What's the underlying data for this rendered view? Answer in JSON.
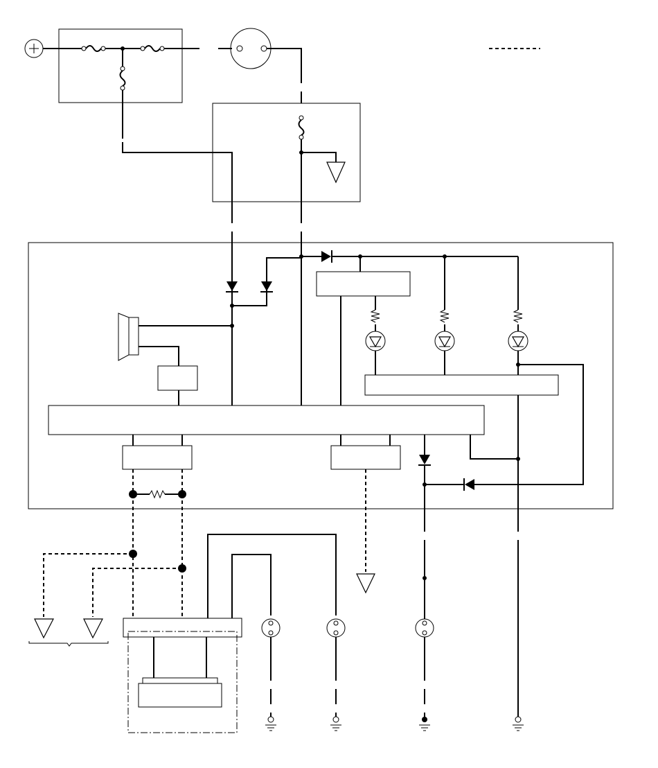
{
  "diagram": {
    "type": "wiring-schematic",
    "labels": [],
    "legend": {
      "dashed_line_sample": true
    },
    "components": [
      "battery-terminal",
      "fuse-box-under-hood",
      "fuses",
      "ignition-switch",
      "fuse-relay-box",
      "control-unit",
      "buzzer",
      "diodes",
      "leds",
      "resistors",
      "grounds",
      "connectors",
      "module"
    ]
  }
}
